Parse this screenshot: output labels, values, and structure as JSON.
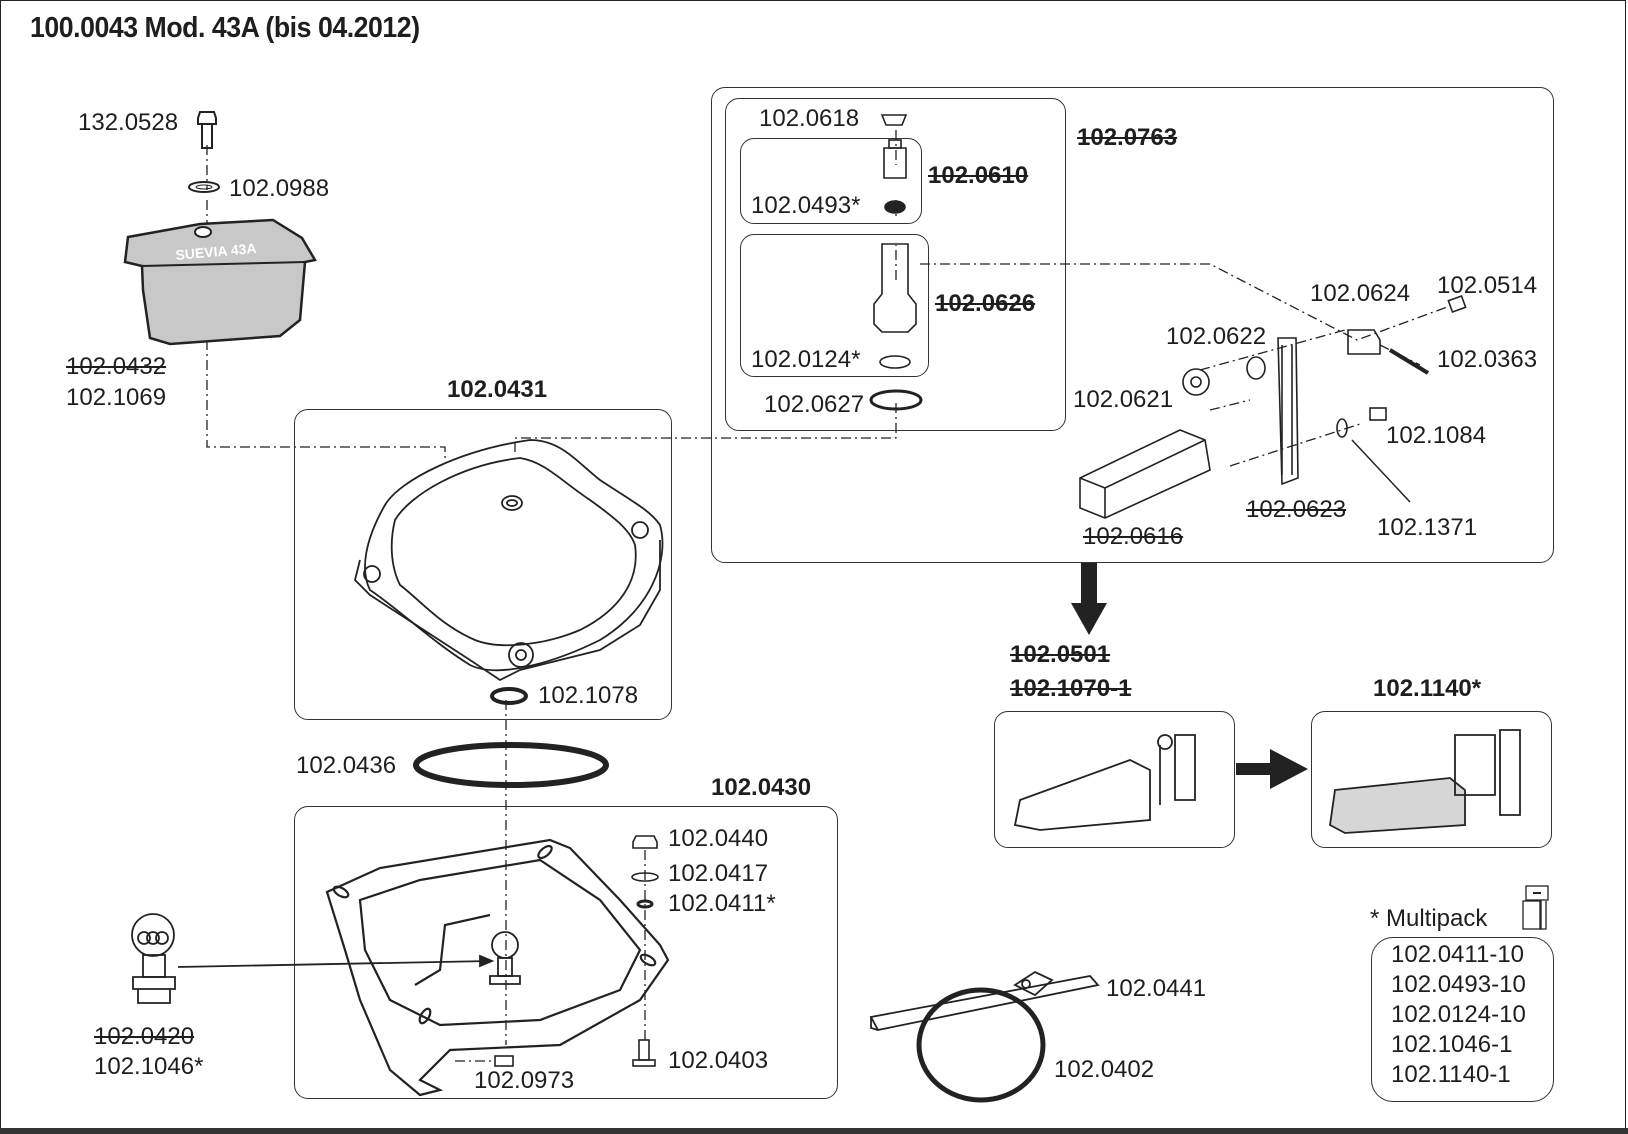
{
  "title": "100.0043 Mod. 43A (bis 04.2012)",
  "cover": {
    "bolt": "132.0528",
    "washer": "102.0988",
    "brand_text": "SUEVIA 43A",
    "old_part": "102.0432",
    "new_part": "102.1069"
  },
  "bowl": {
    "assembly": "102.0431",
    "seal": "102.1078",
    "oring": "102.0436"
  },
  "valve_group": {
    "assembly": "102.0763",
    "cap": "102.0618",
    "sub1_assembly": "102.0610",
    "sub1_seal": "102.0493*",
    "sub2_assembly": "102.0626",
    "sub2_filter": "102.0124*",
    "gasket": "102.0627",
    "lever": "102.0624",
    "screw": "102.0514",
    "pin": "102.0363",
    "spacer": "102.0622",
    "knob": "102.0621",
    "screw2": "102.1084",
    "washer2": "102.1371",
    "arm": "102.0623",
    "float": "102.0616"
  },
  "replacement": {
    "old_a": "102.0501",
    "old_b": "102.1070-1",
    "new": "102.1140*"
  },
  "base": {
    "assembly": "102.0430",
    "nut": "102.0440",
    "washer": "102.0417",
    "oring": "102.0411*",
    "bolt": "102.0403",
    "screw": "102.0973"
  },
  "nozzle": {
    "old_part": "102.0420",
    "new_part": "102.1046*"
  },
  "mount": {
    "bracket": "102.0441",
    "ring": "102.0402"
  },
  "multipack": {
    "heading": "* Multipack",
    "items": [
      "102.0411-10",
      "102.0493-10",
      "102.0124-10",
      "102.1046-1",
      "102.1140-1"
    ]
  },
  "colors": {
    "line": "#222222",
    "cover_fill": "#c8c8c8",
    "float_fill": "#d6d6d6"
  }
}
